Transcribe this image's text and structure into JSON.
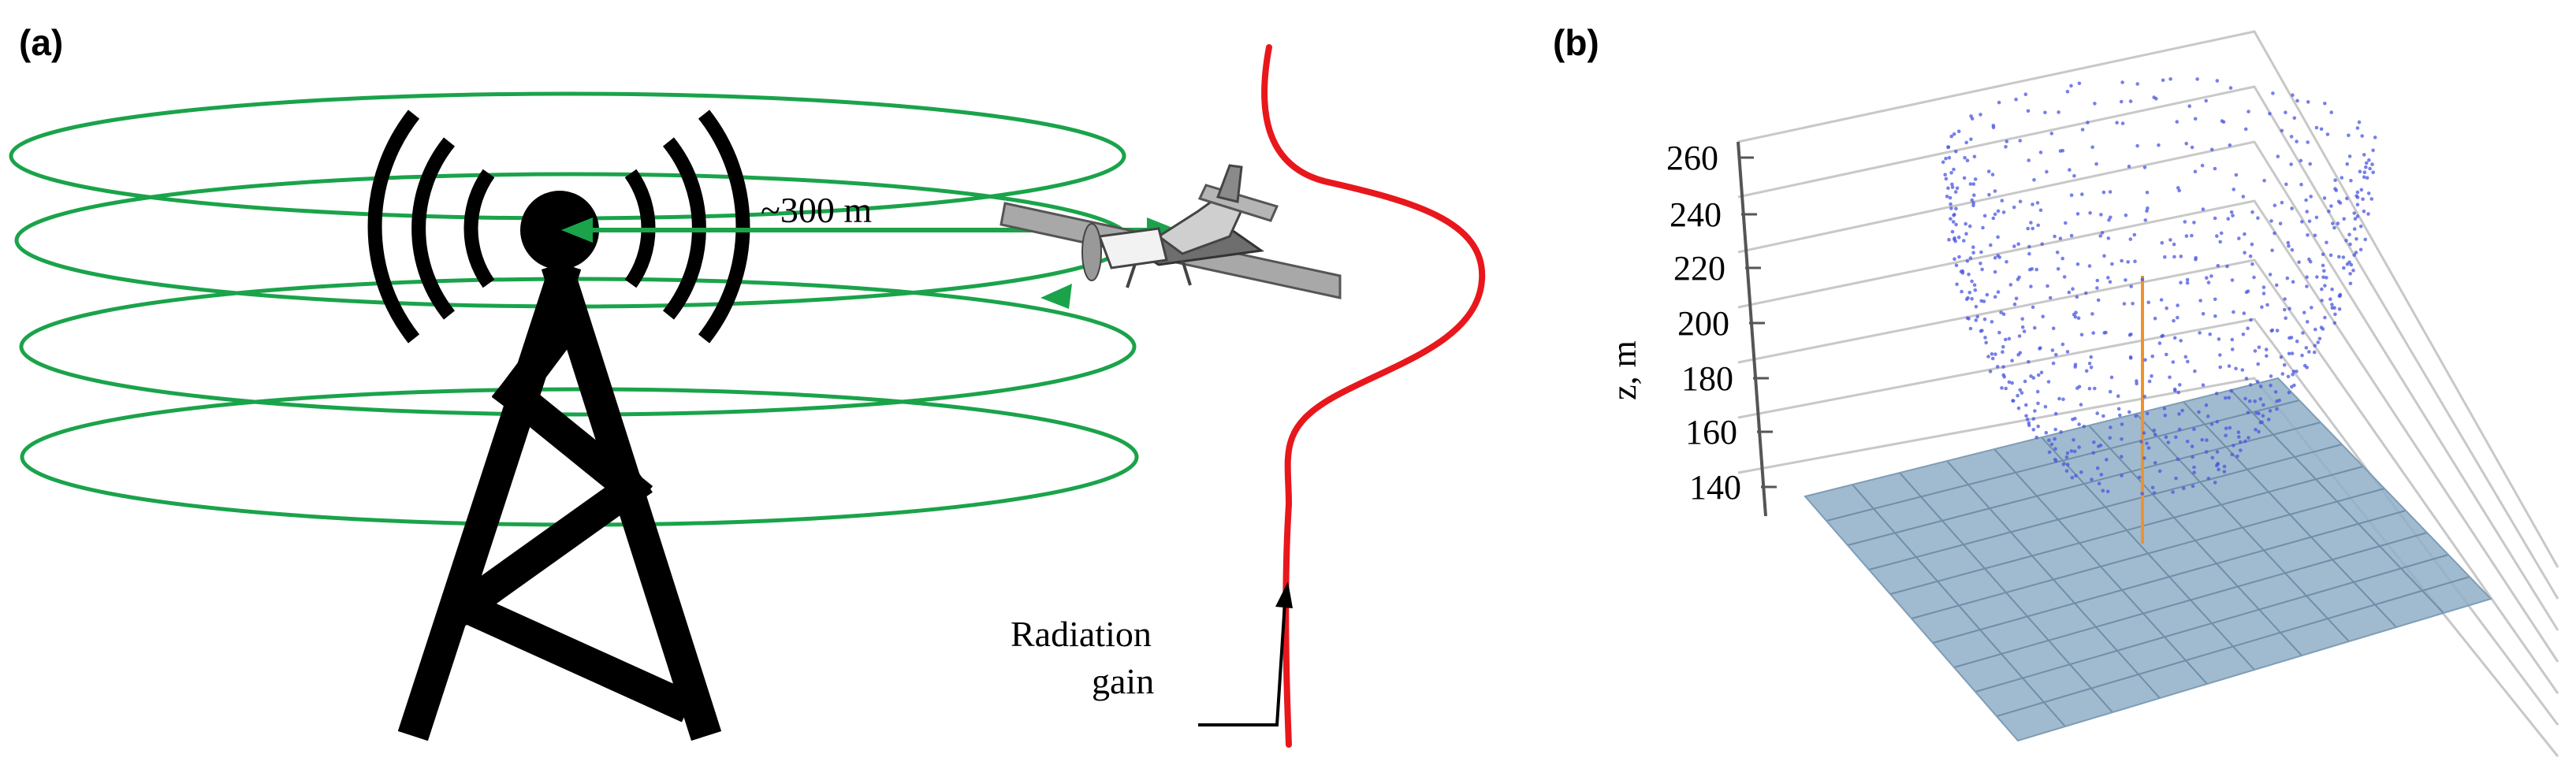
{
  "panel_a": {
    "label": "(a)",
    "distance_label": "~300 m",
    "gain_label_line1": "Radiation",
    "gain_label_line2": "gain"
  },
  "panel_b": {
    "label": "(b)",
    "z_axis_label": "z, m",
    "z_ticks": [
      "260",
      "240",
      "220",
      "200",
      "180",
      "160",
      "140"
    ]
  },
  "colors": {
    "orbit": "#1aa34a",
    "gain_curve": "#e8171c",
    "tower": "#000000",
    "points": "#4a56e0",
    "ground": "#8faec8",
    "mast": "#f0922b"
  }
}
